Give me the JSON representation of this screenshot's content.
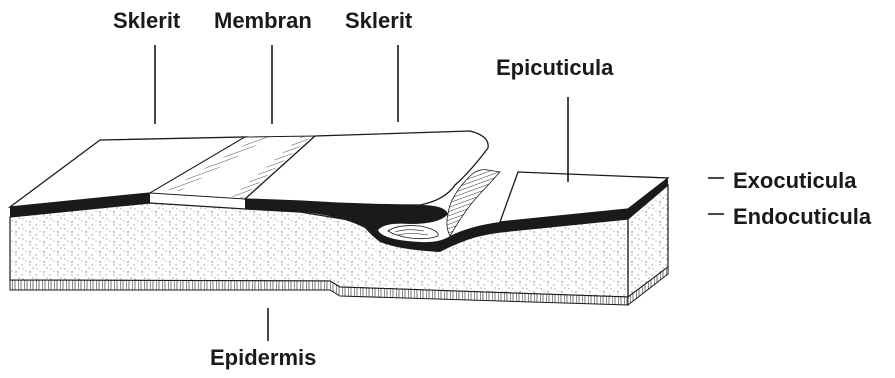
{
  "labels": {
    "sklerit_left": "Sklerit",
    "membran": "Membran",
    "sklerit_right": "Sklerit",
    "epicuticula": "Epicuticula",
    "exocuticula": "Exocuticula",
    "endocuticula": "Endocuticula",
    "epidermis": "Epidermis"
  },
  "colors": {
    "ink": "#1a1a1a",
    "background": "#ffffff",
    "surface": "#ffffff",
    "stipple": "#6a6a6a"
  }
}
